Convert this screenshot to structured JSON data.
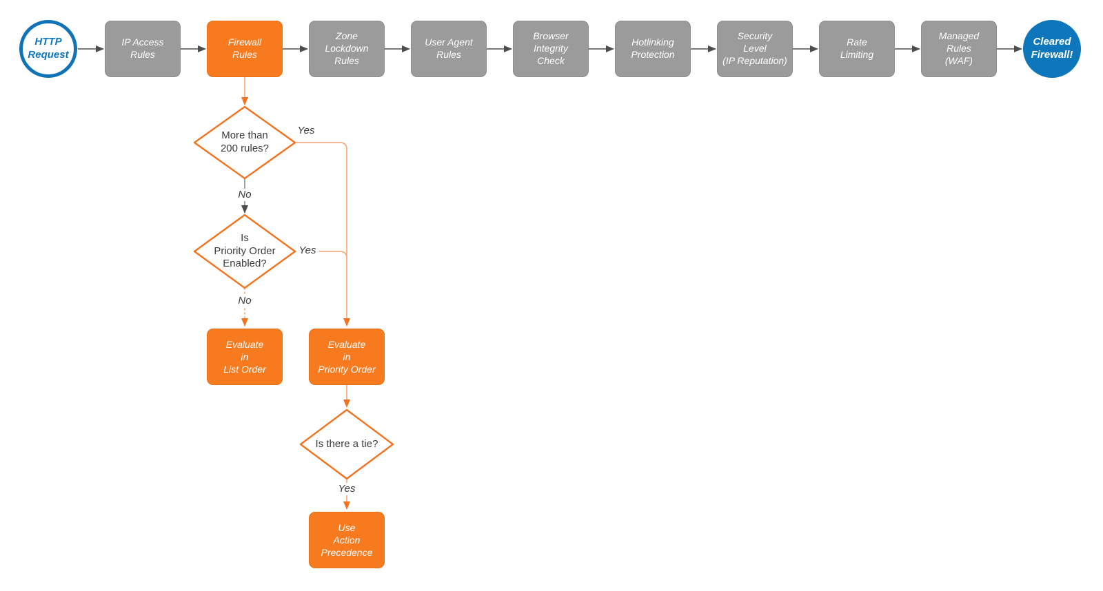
{
  "colors": {
    "brand_blue": "#0E76BA",
    "blue_border": "#1173B7",
    "node_gray": "#9B9B9B",
    "node_orange": "#F87A1E",
    "accent_orange": "#F4721E",
    "line_light_orange": "#F5A473",
    "line_gray": "#4D4D4D",
    "text_dark": "#3B3B3B"
  },
  "pipeline": {
    "start": {
      "label": "HTTP\nRequest"
    },
    "stages": [
      {
        "label": "IP Access\nRules",
        "style": "gray"
      },
      {
        "label": "Firewall\nRules",
        "style": "orange"
      },
      {
        "label": "Zone\nLockdown\nRules",
        "style": "gray"
      },
      {
        "label": "User Agent\nRules",
        "style": "gray"
      },
      {
        "label": "Browser\nIntegrity\nCheck",
        "style": "gray"
      },
      {
        "label": "Hotlinking\nProtection",
        "style": "gray"
      },
      {
        "label": "Security\nLevel\n(IP Reputation)",
        "style": "gray"
      },
      {
        "label": "Rate\nLimiting",
        "style": "gray"
      },
      {
        "label": "Managed\nRules\n(WAF)",
        "style": "gray"
      }
    ],
    "end": {
      "label": "Cleared\nFirewall!"
    }
  },
  "decisions": {
    "rules_count": {
      "label": "More than\n200 rules?",
      "yes": "Yes",
      "no": "No"
    },
    "priority_enabled": {
      "label": "Is\nPriority Order\nEnabled?",
      "yes": "Yes",
      "no": "No"
    },
    "tie": {
      "label": "Is there a tie?",
      "yes": "Yes"
    }
  },
  "actions": {
    "list_order": {
      "label": "Evaluate\nin\nList Order"
    },
    "priority_order": {
      "label": "Evaluate\nin\nPriority Order"
    },
    "action_precedence": {
      "label": "Use\nAction\nPrecedence"
    }
  }
}
